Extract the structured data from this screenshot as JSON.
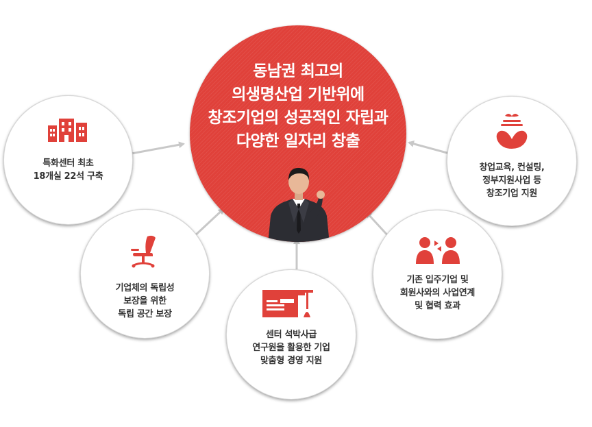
{
  "center": {
    "headline": "동남권 최고의\n의생명산업 기반위에\n창조기업의 성공적인 자립과\n다양한 일자리 창출"
  },
  "nodes": [
    {
      "id": "node-topleft",
      "icon": "building-icon",
      "label": "특화센터 최초\n18개실 22석 구축"
    },
    {
      "id": "node-left",
      "icon": "chair-icon",
      "label": "기업체의 독립성\n보장을 위한\n독립 공간 보장"
    },
    {
      "id": "node-bottom",
      "icon": "lecture-icon",
      "label": "센터 석박사급\n연구원을 활용한 기업\n맞춤형 경영 지원"
    },
    {
      "id": "node-right",
      "icon": "two-people-icon",
      "label": "기존 입주기업 및\n회원사와의 사업연계\n및 협력 효과"
    },
    {
      "id": "node-topright",
      "icon": "sprout-icon",
      "label": "창업교육, 컨설팅,\n정부지원사업 등\n창조기업 지원"
    }
  ],
  "colors": {
    "accent": "#e0413a",
    "arrow": "#c8c8c8",
    "text": "#333333"
  }
}
